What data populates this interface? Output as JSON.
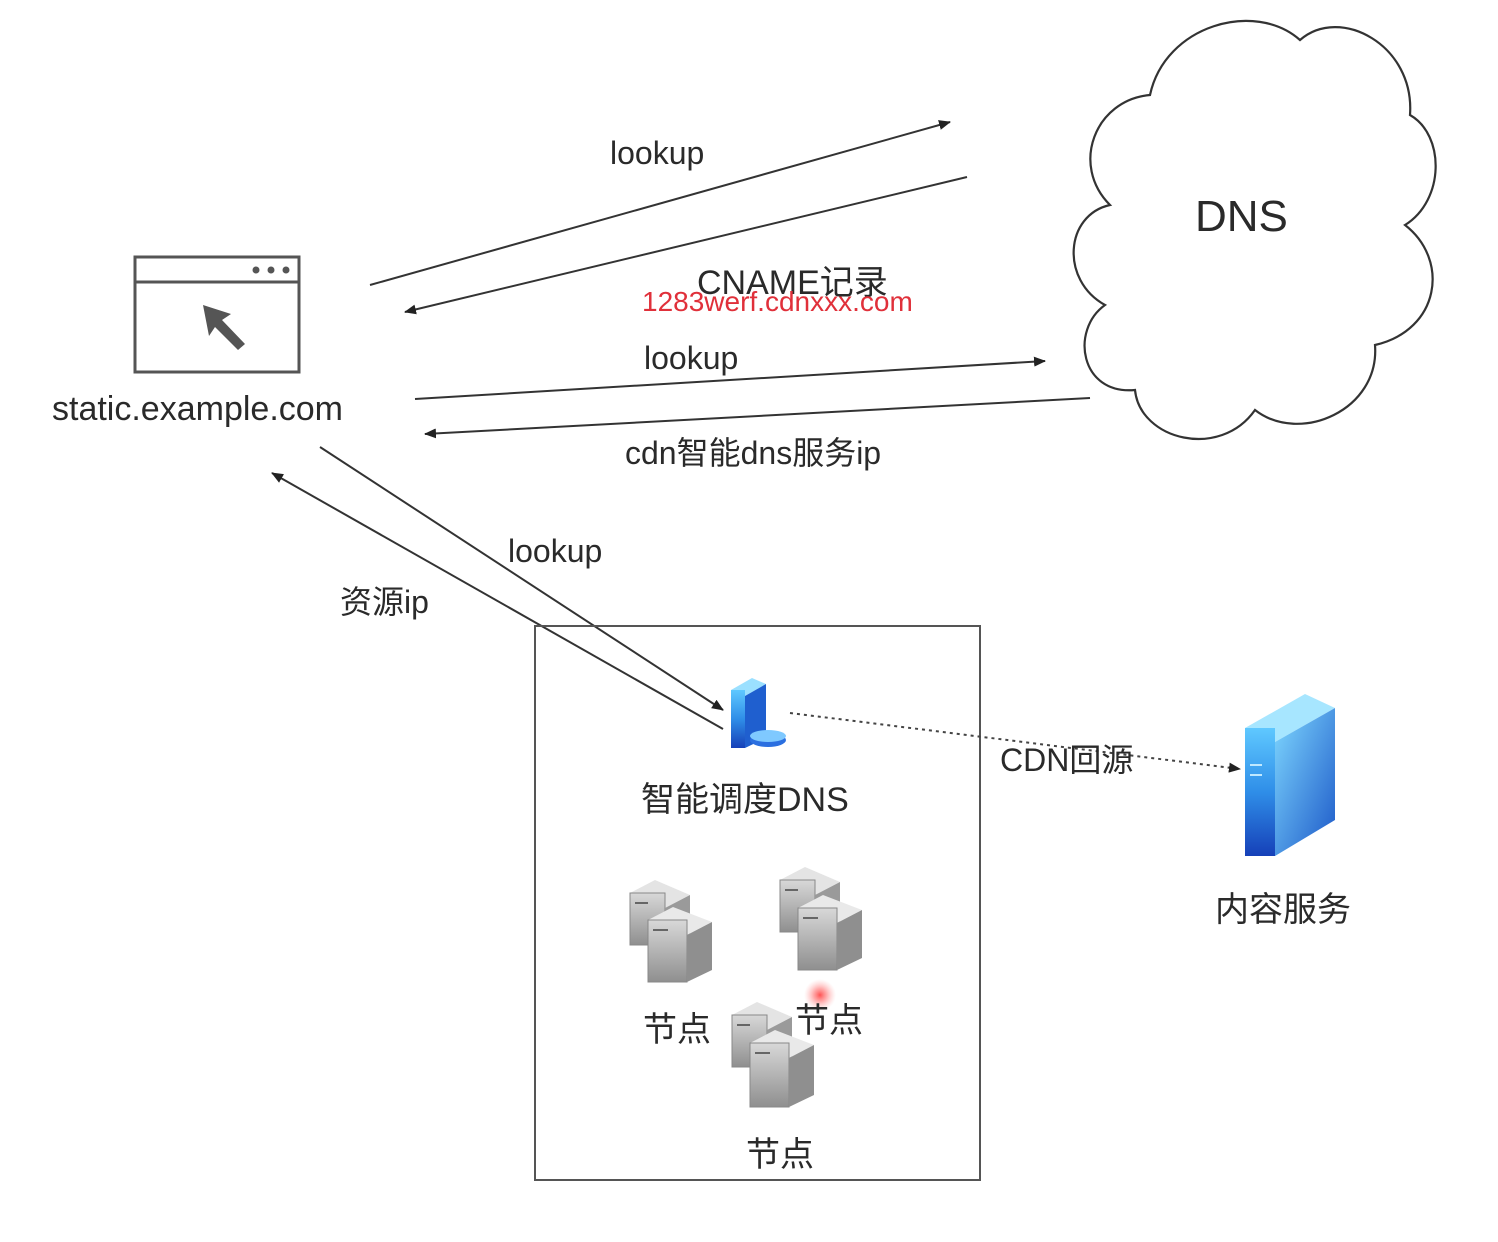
{
  "nodes": {
    "browser": {
      "label": "static.example.com"
    },
    "dns": {
      "label": "DNS"
    },
    "smart_dns": {
      "label": "智能调度DNS"
    },
    "content_service": {
      "label": "内容服务"
    },
    "edge_nodes": [
      {
        "label": "节点"
      },
      {
        "label": "节点"
      },
      {
        "label": "节点"
      }
    ]
  },
  "edges": {
    "lookup_1": {
      "label": "lookup"
    },
    "cname_record": {
      "label": "CNAME记录",
      "value": "1283werf.cdnxxx.com"
    },
    "lookup_2": {
      "label": "lookup"
    },
    "cdn_dns_ip": {
      "label": "cdn智能dns服务ip"
    },
    "lookup_3": {
      "label": "lookup"
    },
    "resource_ip": {
      "label": "资源ip"
    },
    "cdn_origin": {
      "label": "CDN回源"
    }
  },
  "colors": {
    "line": "#333333",
    "highlight": "#e0303a",
    "server_blue": "#1e6fd9",
    "node_gray": "#a8a8a8"
  }
}
